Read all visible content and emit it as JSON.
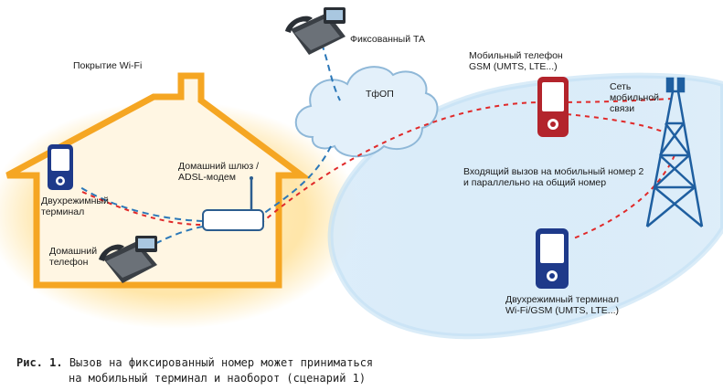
{
  "labels": {
    "wifi_coverage": "Покрытие Wi-Fi",
    "fixed_phone": "Фиксованный ТА",
    "pstn": "ТфОП",
    "mobile_phone_line1": "Мобильный телефон",
    "mobile_phone_line2": "GSM (UMTS, LTE...)",
    "mobile_network_line1": "Сеть",
    "mobile_network_line2": "мобильной",
    "mobile_network_line3": "связи",
    "gateway_line1": "Домашний шлюз /",
    "gateway_line2": "ADSL-модем",
    "dualmode_home_line1": "Двухрежимный",
    "dualmode_home_line2": "терминал",
    "home_phone_line1": "Домашний",
    "home_phone_line2": "телефон",
    "incoming_call_line1": "Входящий вызов на мобильный номер 2",
    "incoming_call_line2": "и параллельно на общий номер",
    "dualmode_mobile_line1": "Двухрежимный терминал",
    "dualmode_mobile_line2": "Wi-Fi/GSM (UMTS, LTE...)"
  },
  "caption": {
    "figure_label": "Рис. 1.",
    "line1": "Вызов на фиксированный номер может приниматься",
    "line2": "на мобильный терминал и наоборот (сценарий 1)"
  },
  "colors": {
    "house_outline": "#f5a623",
    "house_fill": "#fff3dc",
    "wifi_glow": "#ffe6a8",
    "mobile_area": "#cfe6f7",
    "cloud_fill": "#e3f0fa",
    "cloud_stroke": "#8fb8d8",
    "blue_link": "#2c78b8",
    "red_link": "#e02a2a",
    "terminal_blue": "#1e3a8a",
    "mobile_red": "#b3242c",
    "tower": "#1f5fa0"
  }
}
